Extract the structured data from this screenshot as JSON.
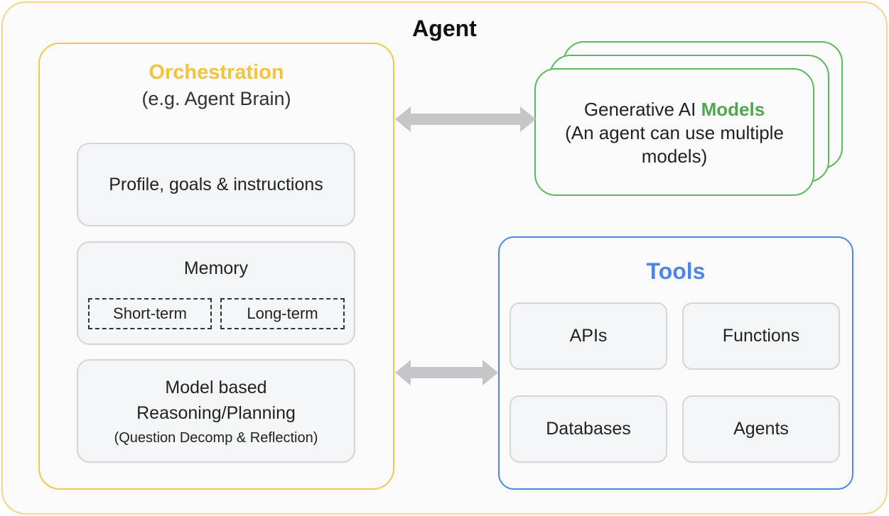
{
  "agent": {
    "title": "Agent"
  },
  "orchestration": {
    "title": "Orchestration",
    "subtitle": "(e.g. Agent Brain)",
    "profile": "Profile, goals & instructions",
    "memory": {
      "title": "Memory",
      "short_term": "Short-term",
      "long_term": "Long-term"
    },
    "reasoning": {
      "line1": "Model based",
      "line2": "Reasoning/Planning",
      "line3": "(Question Decomp & Reflection)"
    }
  },
  "models": {
    "title_prefix": "Generative AI",
    "title_accent": "Models",
    "line2": "(An agent can use multiple",
    "line3": "models)"
  },
  "tools": {
    "title": "Tools",
    "items": [
      "APIs",
      "Functions",
      "Databases",
      "Agents"
    ]
  },
  "colors": {
    "orchestration": "#f2c33c",
    "models": "#4fa84f",
    "tools": "#4b86e5",
    "arrows": "#c4c6c9"
  }
}
